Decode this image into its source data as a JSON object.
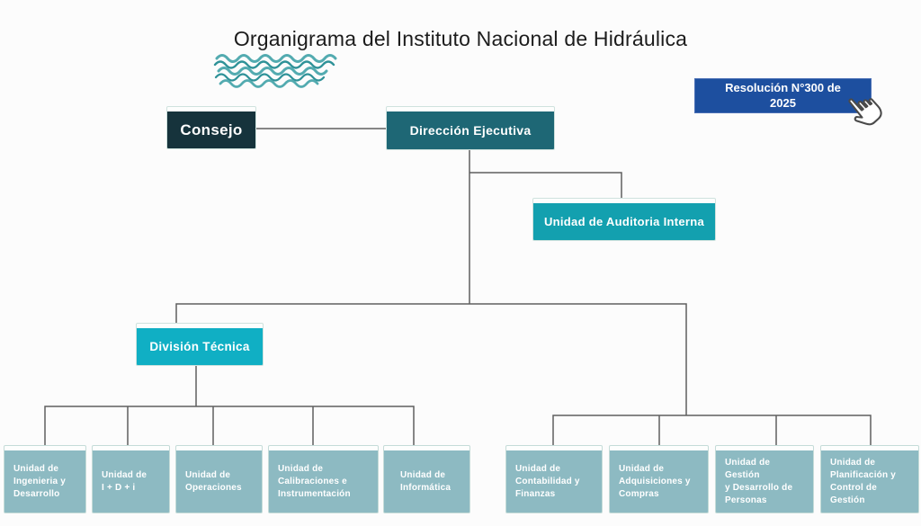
{
  "page": {
    "title": "Organigrama del Instituto Nacional de Hidráulica",
    "background_color": "#fcfcfc"
  },
  "logo": {
    "name": "waves-logo",
    "color_light": "#53abb0",
    "color_dark": "#2f9298"
  },
  "resolution_button": {
    "label": "Resolución N°300 de\n2025",
    "color": "#1d4f9f"
  },
  "chart": {
    "line_color": "#5f5f5f",
    "consejo": {
      "label": "Consejo",
      "color": "#16333c"
    },
    "direccion_ejecutiva": {
      "label": "Dirección Ejecutiva",
      "color": "#1e6775"
    },
    "auditoria": {
      "label": "Unidad de Auditoria Interna",
      "color": "#13a0af"
    },
    "division_tecnica": {
      "label": "División Técnica",
      "color": "#10afc4"
    },
    "unit_color": "#8dbac2",
    "units_division": [
      {
        "label": "Unidad de\nIngenieria y\nDesarrollo"
      },
      {
        "label": "Unidad de\nI + D + i"
      },
      {
        "label": "Unidad de\nOperaciones"
      },
      {
        "label": "Unidad de\nCalibraciones e\nInstrumentación"
      },
      {
        "label": "Unidad de\nInformática"
      }
    ],
    "units_direccion": [
      {
        "label": "Unidad de\nContabilidad y\nFinanzas"
      },
      {
        "label": "Unidad de\nAdquisiciones y\nCompras"
      },
      {
        "label": "Unidad de\nGestión\ny Desarrollo de\nPersonas"
      },
      {
        "label": "Unidad de\nPlanificación y\nControl de\nGestión"
      }
    ]
  }
}
